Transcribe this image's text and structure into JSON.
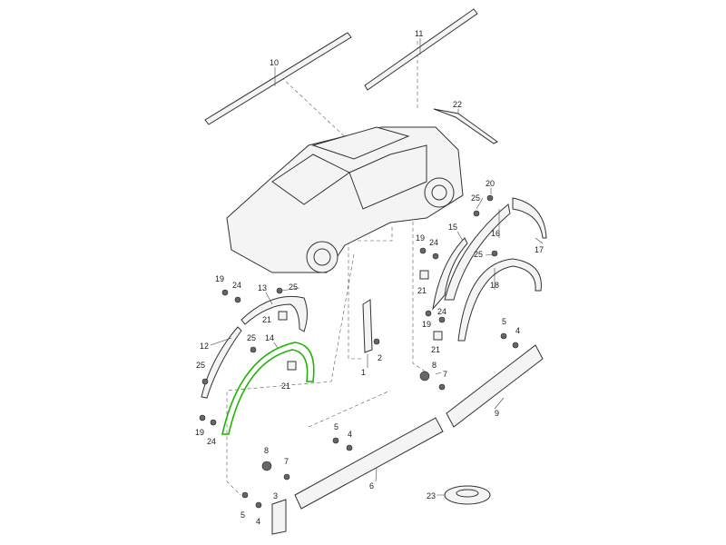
{
  "diagram": {
    "highlight_color": "#1fb400",
    "callouts": [
      "10",
      "11",
      "22",
      "20",
      "25",
      "15",
      "16",
      "17",
      "19",
      "24",
      "21",
      "25",
      "18",
      "24",
      "19",
      "21",
      "5",
      "4",
      "19",
      "24",
      "25",
      "13",
      "21",
      "12",
      "25",
      "14",
      "21",
      "25",
      "19",
      "24",
      "1",
      "2",
      "8",
      "7",
      "9",
      "5",
      "4",
      "8",
      "7",
      "6",
      "3",
      "5",
      "4",
      "23"
    ]
  }
}
